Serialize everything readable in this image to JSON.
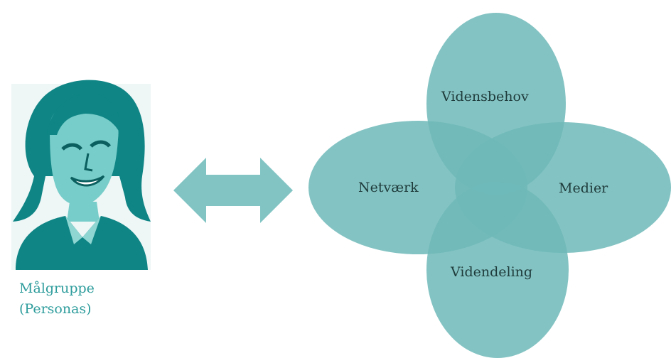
{
  "persona": {
    "caption_line1": "Målgruppe",
    "caption_line2": "(Personas)"
  },
  "diagram": {
    "petals": {
      "top": "Vidensbehov",
      "left": "Netværk",
      "right": "Medier",
      "bottom": "Videndeling"
    }
  },
  "colors": {
    "petal": "#6fb8b8",
    "persona": "#0f8585",
    "caption": "#2e9c9c",
    "arrow": "#82c4c4"
  }
}
